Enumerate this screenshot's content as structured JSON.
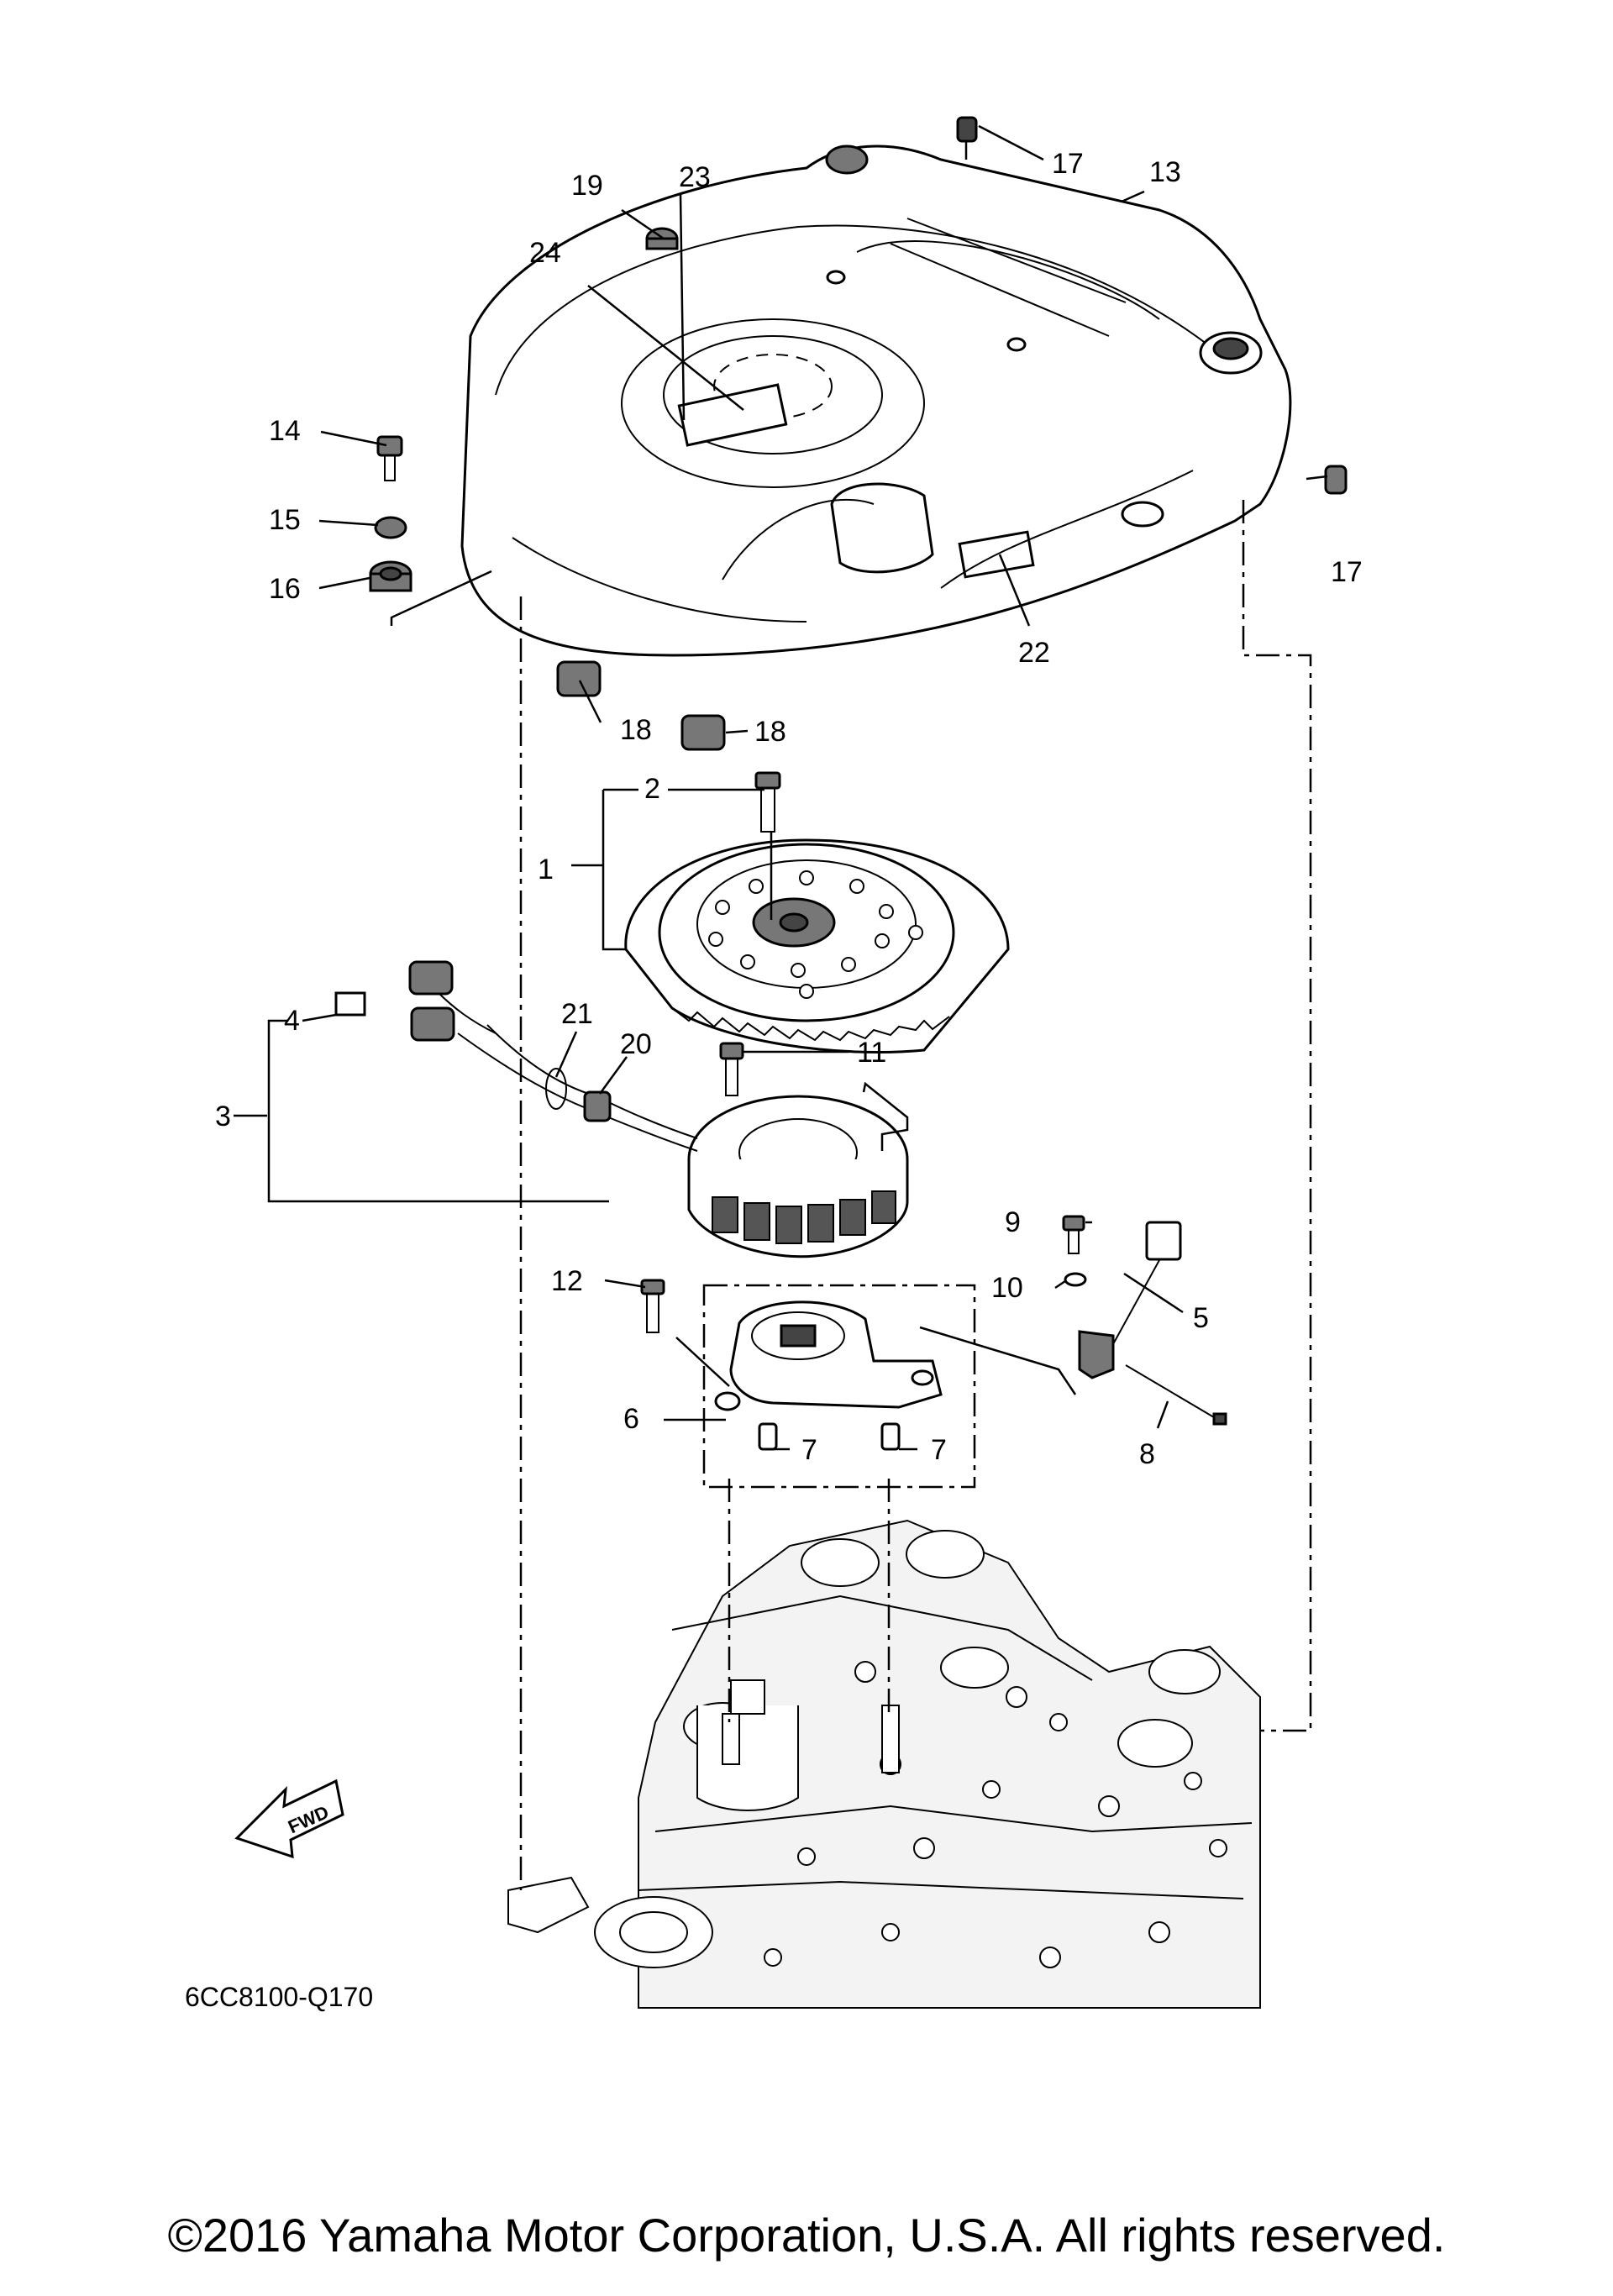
{
  "diagram": {
    "part_labels": [
      {
        "id": "1",
        "text": "1"
      },
      {
        "id": "2",
        "text": "2"
      },
      {
        "id": "3",
        "text": "3"
      },
      {
        "id": "4",
        "text": "4"
      },
      {
        "id": "5",
        "text": "5"
      },
      {
        "id": "6",
        "text": "6"
      },
      {
        "id": "7a",
        "text": "7"
      },
      {
        "id": "7b",
        "text": "7"
      },
      {
        "id": "8",
        "text": "8"
      },
      {
        "id": "9",
        "text": "9"
      },
      {
        "id": "10",
        "text": "10"
      },
      {
        "id": "11",
        "text": "11"
      },
      {
        "id": "12",
        "text": "12"
      },
      {
        "id": "13",
        "text": "13"
      },
      {
        "id": "14",
        "text": "14"
      },
      {
        "id": "15",
        "text": "15"
      },
      {
        "id": "16",
        "text": "16"
      },
      {
        "id": "17a",
        "text": "17"
      },
      {
        "id": "17b",
        "text": "17"
      },
      {
        "id": "18a",
        "text": "18"
      },
      {
        "id": "18b",
        "text": "18"
      },
      {
        "id": "19",
        "text": "19"
      },
      {
        "id": "20",
        "text": "20"
      },
      {
        "id": "21",
        "text": "21"
      },
      {
        "id": "22",
        "text": "22"
      },
      {
        "id": "23",
        "text": "23"
      },
      {
        "id": "24",
        "text": "24"
      }
    ],
    "fwd_label": "FWD",
    "diagram_code": "6CC8100-Q170"
  },
  "footer": {
    "copyright": "©2016 Yamaha Motor Corporation, U.S.A. All rights reserved."
  }
}
